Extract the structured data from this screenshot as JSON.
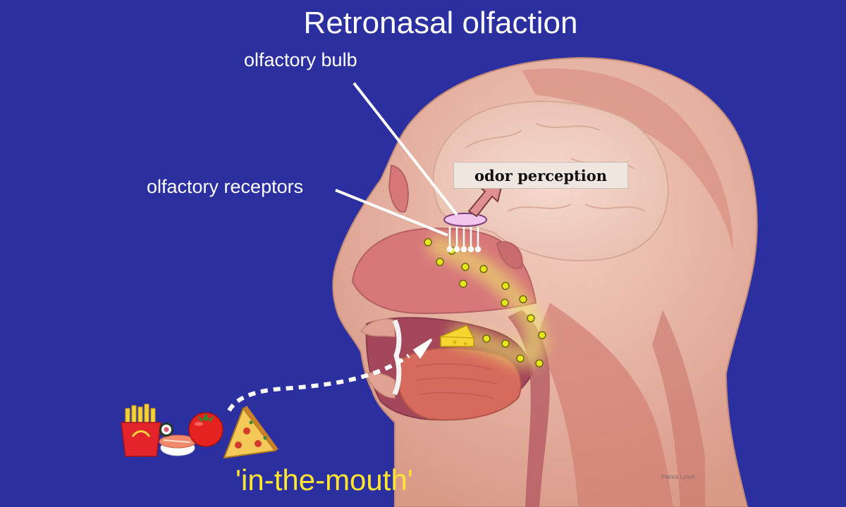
{
  "title": "Retronasal olfaction",
  "labels": {
    "olfactory_bulb": "olfactory bulb",
    "olfactory_receptors": "olfactory receptors",
    "odor_perception": "odor perception",
    "in_the_mouth": "'in-the-mouth'"
  },
  "credit": "Patrick Lynch",
  "colors": {
    "background": "#2b2fa0",
    "skin": "#e9b7a6",
    "muscle": "#d4857a",
    "odor_particle": "#e6e619",
    "odor_glow": "#f0ee6a",
    "label_text": "#ffffff",
    "mouth_label": "#ffe531"
  },
  "icons": [
    "french-fries-icon",
    "sushi-icon",
    "tomato-icon",
    "pizza-slice-icon",
    "cheese-icon"
  ]
}
